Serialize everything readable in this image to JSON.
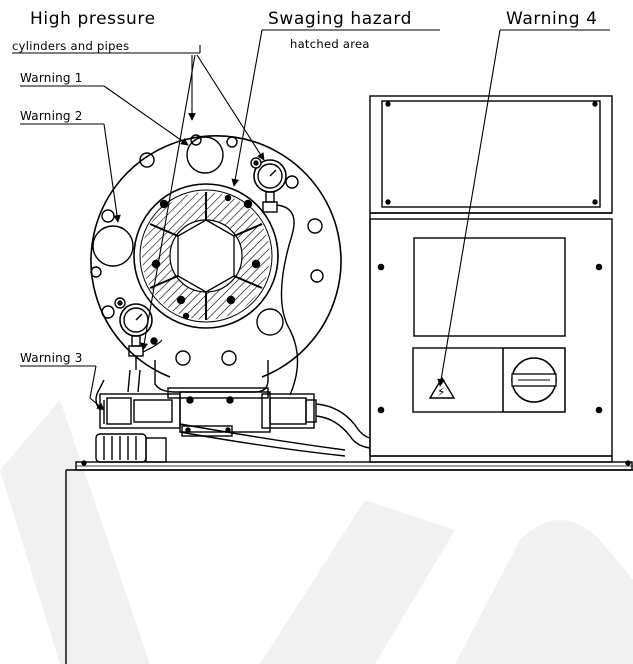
{
  "labels": {
    "high_pressure": "High pressure",
    "cylinders_pipes": "cylinders and pipes",
    "swaging_hazard": "Swaging hazard",
    "hatched_area": "hatched area",
    "warning_1": "Warning 1",
    "warning_2": "Warning 2",
    "warning_3": "Warning 3",
    "warning_4": "Warning 4"
  },
  "colors": {
    "line": "#000000",
    "watermark": "#f1f1f1"
  }
}
